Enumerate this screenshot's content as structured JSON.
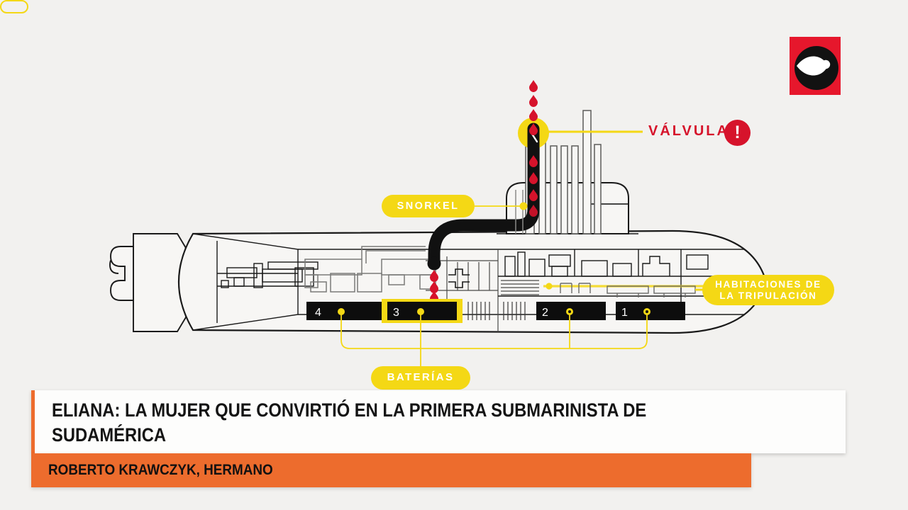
{
  "background_color": "#f2f1ef",
  "colors": {
    "yellow": "#f4d815",
    "red": "#d6132b",
    "orange": "#ed6c2d",
    "black": "#111111",
    "hull_stroke": "#1a1a1a",
    "panel_white": "#fdfdfc"
  },
  "logo": {
    "name": "bbc-mundo-eye-logo",
    "background": "#e6172c",
    "shape": "eye"
  },
  "diagram": {
    "title_subject": "submarine-cutaway",
    "callouts": [
      {
        "id": "valvula",
        "label": "VÁLVULA",
        "style": "red-text",
        "has_alert_badge": true,
        "badge_glyph": "!"
      },
      {
        "id": "snorkel",
        "label": "SNORKEL",
        "style": "yellow-pill"
      },
      {
        "id": "habitaciones",
        "label": "HABITACIONES DE\nLA TRIPULACIÓN",
        "style": "yellow-pill"
      },
      {
        "id": "baterias",
        "label": "BATERÍAS",
        "style": "yellow-pill"
      }
    ],
    "batteries": [
      {
        "number": "4",
        "highlighted": false
      },
      {
        "number": "3",
        "highlighted": true
      },
      {
        "number": "2",
        "highlighted": false
      },
      {
        "number": "1",
        "highlighted": false
      }
    ],
    "droplet_count_above_valve": 4,
    "droplet_count_inside_hull": 4
  },
  "banner": {
    "headline": "ELIANA: LA MUJER QUE CONVIRTIÓ EN LA PRIMERA SUBMARINISTA DE\nSUDAMÉRICA",
    "byline": "ROBERTO KRAWCZYK, HERMANO"
  }
}
